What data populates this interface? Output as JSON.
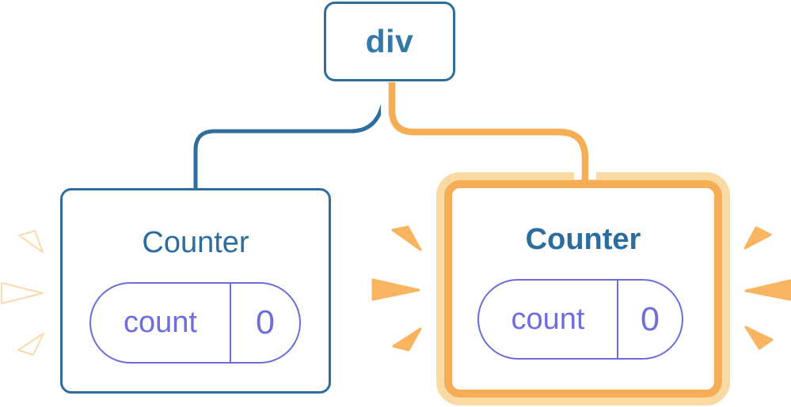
{
  "tree": {
    "root": {
      "label": "div"
    },
    "children": [
      {
        "title": "Counter",
        "state_key": "count",
        "state_value": "0",
        "highlighted": false
      },
      {
        "title": "Counter",
        "state_key": "count",
        "state_value": "0",
        "highlighted": true
      }
    ]
  },
  "icons": {
    "left_bursts": "burst-marks-white",
    "middle_bursts": "burst-marks-orange",
    "right_bursts": "burst-marks-orange"
  },
  "colors": {
    "node_border_blue": "#2e6d9d",
    "title_blue": "#2a6d9e",
    "root_label_blue": "#3478a7",
    "state_purple": "#6c6cdb",
    "state_text_purple": "#6d6de0",
    "highlight_orange": "#f6ae56",
    "highlight_orange_light": "#fbd9a3",
    "burst_orange": "#f8b45f",
    "burst_white": "#ffffff",
    "edge_casing_white": "#ffffff"
  }
}
